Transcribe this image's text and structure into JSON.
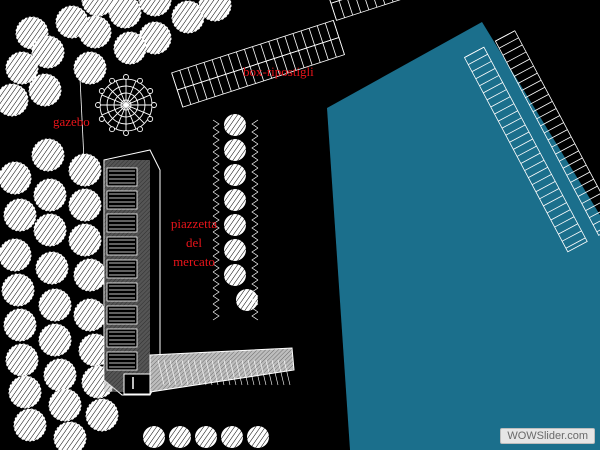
{
  "labels": {
    "gazebo": "gazebo",
    "box": "box-ripostigli",
    "piazzetta_line1": "piazzetta",
    "piazzetta_line2": "del",
    "piazzetta_line3": "mercato"
  },
  "watermark": "WOWSlider.com",
  "colors": {
    "background": "#000000",
    "water": "#1b6f8c",
    "linework": "#ffffff",
    "label": "#e8141a"
  }
}
